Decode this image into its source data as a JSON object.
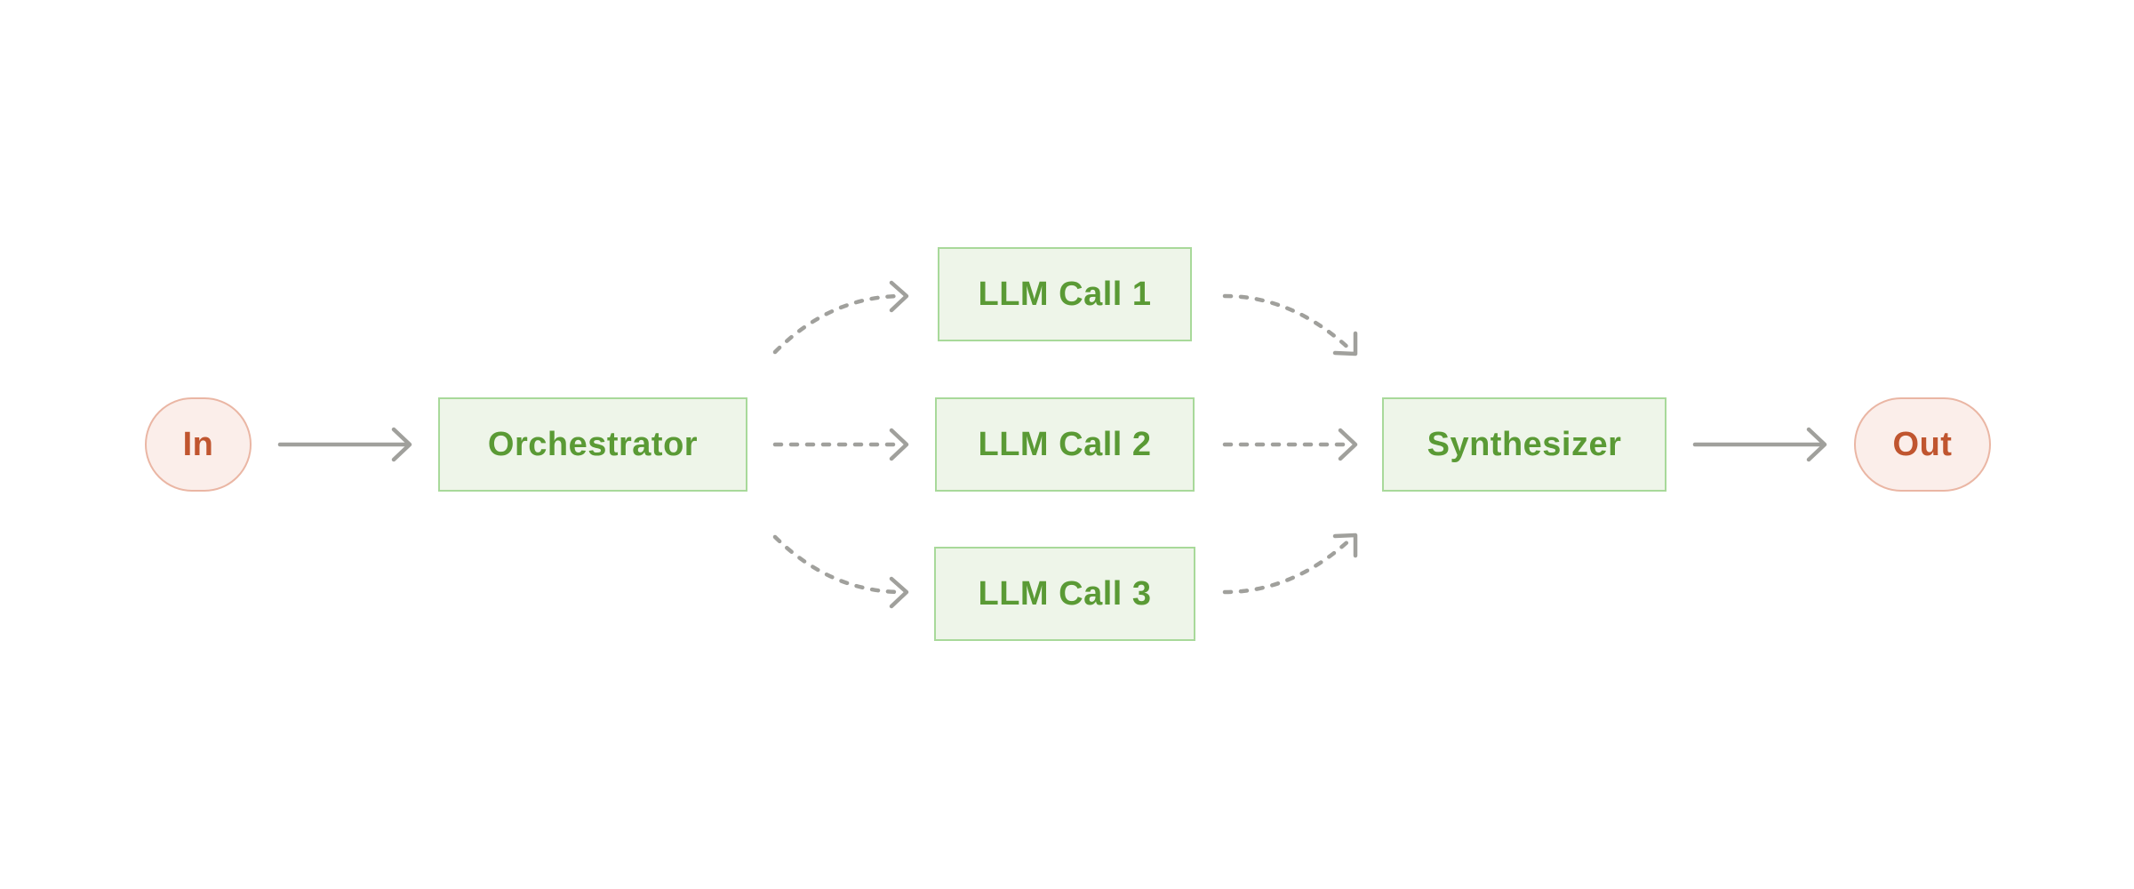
{
  "nodes": {
    "input": "In",
    "orchestrator": "Orchestrator",
    "llm_call_1": "LLM Call 1",
    "llm_call_2": "LLM Call 2",
    "llm_call_3": "LLM Call 3",
    "synthesizer": "Synthesizer",
    "output": "Out"
  },
  "colors": {
    "box_fill": "#eef5e9",
    "box_border": "#a8d99a",
    "box_text": "#5a9a35",
    "pill_fill": "#fbeeea",
    "pill_border": "#eab6a4",
    "pill_text": "#c0552f",
    "arrow": "#a0a09c"
  }
}
